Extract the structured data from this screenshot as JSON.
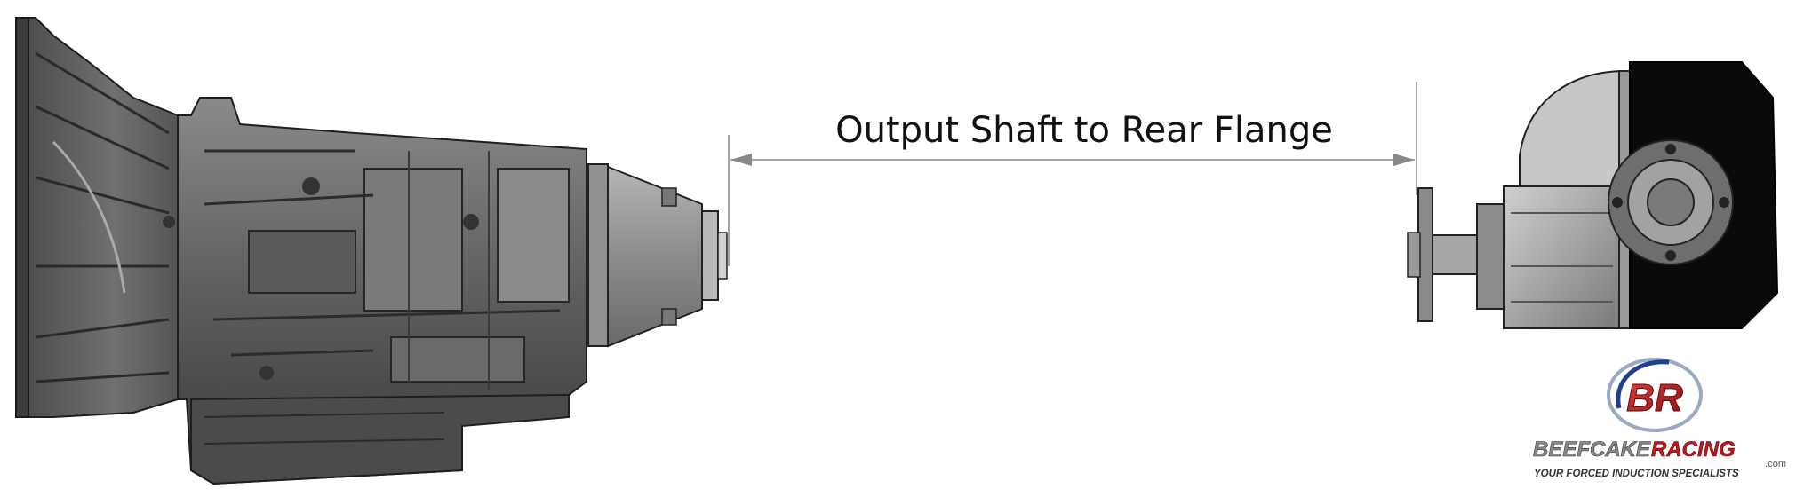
{
  "diagram": {
    "dimension_label": "Output Shaft to Rear Flange"
  },
  "logo": {
    "monogram": "BR",
    "brand_part1": "BEEFCAKE",
    "brand_part2": "RACING",
    "domain": ".com",
    "tagline": "YOUR FORCED INDUCTION SPECIALISTS"
  },
  "colors": {
    "background": "#ffffff",
    "part_dark": "#3a3a3a",
    "part_mid": "#6b6b6b",
    "part_light": "#9a9a9a",
    "dimension_line": "#888888",
    "logo_red": "#c4161c",
    "logo_blue": "#1f3f8f"
  }
}
